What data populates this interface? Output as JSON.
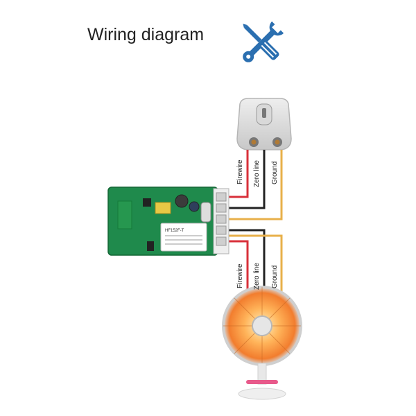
{
  "title": "Wiring diagram",
  "icon": "wrench-and-screwdriver-icon",
  "top_labels": [
    "Firewire",
    "Zero line",
    "Ground"
  ],
  "bottom_labels": [
    "Firewire",
    "Zero line",
    "Ground"
  ],
  "module": {
    "relay_model": "HF152F-T"
  },
  "colors": {
    "firewire": "#d8303a",
    "zero_line": "#222222",
    "ground": "#e8b04a",
    "board": "#1f8a4c",
    "tools": "#2b6fb0"
  }
}
